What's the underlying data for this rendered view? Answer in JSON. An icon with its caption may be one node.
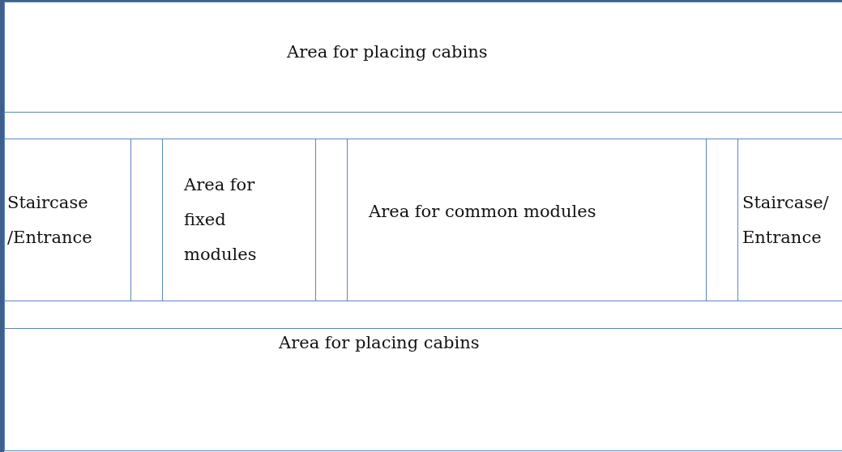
{
  "diagram": {
    "nodes": [
      {
        "text": [
          "Area for placing cabins"
        ]
      },
      {
        "text": [],
        "shape": "box"
      },
      {
        "text": [
          "Staircase /Entrance"
        ]
      },
      {
        "text": [
          "Area for fixed modules"
        ]
      },
      {
        "text": [
          "Area for common modules"
        ]
      },
      {
        "text": [
          "Staircase/ Entrance"
        ]
      },
      {
        "text": [],
        "shape": "box"
      },
      {
        "text": [
          "Area for placing cabins"
        ]
      }
    ]
  }
}
